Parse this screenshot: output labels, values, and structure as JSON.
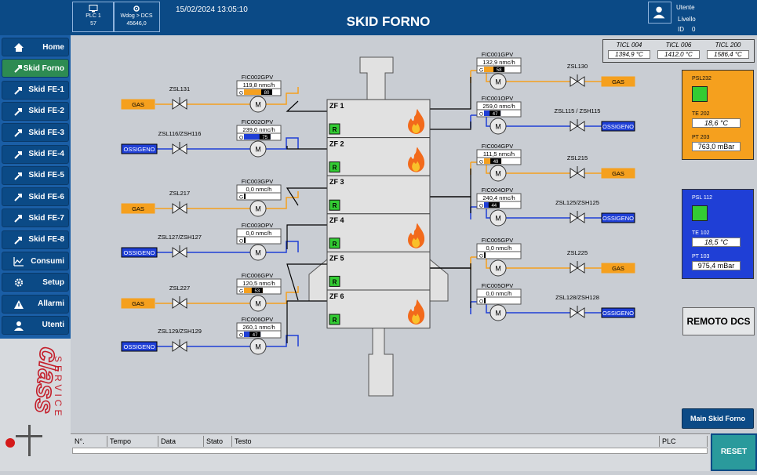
{
  "header": {
    "plc": {
      "label": "PLC 1",
      "value": "57"
    },
    "wdog": {
      "label": "Wdog > DCS",
      "value": "45646,0"
    },
    "datetime": "15/02/2024 13:05:10",
    "title": "SKID FORNO",
    "user": {
      "label": "Utente",
      "level_label": "Livello",
      "id_label": "ID",
      "id_value": "0"
    }
  },
  "sidebar": {
    "items": [
      {
        "label": "Home",
        "icon": "home-icon"
      },
      {
        "label": "Skid Forno",
        "icon": "arrow-icon"
      },
      {
        "label": "Skid FE-1",
        "icon": "arrow-icon"
      },
      {
        "label": "Skid FE-2",
        "icon": "arrow-icon"
      },
      {
        "label": "Skid FE-3",
        "icon": "arrow-icon"
      },
      {
        "label": "Skid FE-4",
        "icon": "arrow-icon"
      },
      {
        "label": "Skid FE-5",
        "icon": "arrow-icon"
      },
      {
        "label": "Skid FE-6",
        "icon": "arrow-icon"
      },
      {
        "label": "Skid FE-7",
        "icon": "arrow-icon"
      },
      {
        "label": "Skid FE-8",
        "icon": "arrow-icon"
      },
      {
        "label": "Consumi",
        "icon": "chart-icon"
      },
      {
        "label": "Setup",
        "icon": "gear-icon"
      },
      {
        "label": "Allarmi",
        "icon": "warning-icon"
      },
      {
        "label": "Utenti",
        "icon": "user-icon"
      }
    ],
    "active_index": 1,
    "logo_text": "class SERVICE"
  },
  "ticl": [
    {
      "label": "TICL 004",
      "value": "1394,9 °C"
    },
    {
      "label": "TICL 006",
      "value": "1412,0 °C"
    },
    {
      "label": "TICL 200",
      "value": "1586,4 °C"
    }
  ],
  "panel_gas": {
    "psl": "PSL232",
    "te_label": "TE 202",
    "te_value": "18,6 °C",
    "pt_label": "PT 203",
    "pt_value": "763,0 mBar"
  },
  "panel_oxy": {
    "psl": "PSL 112",
    "te_label": "TE 102",
    "te_value": "18,5 °C",
    "pt_label": "PT 103",
    "pt_value": "975,4 mBar"
  },
  "zones": [
    {
      "label": "ZF 1",
      "r": "R",
      "flame": true
    },
    {
      "label": "ZF 2",
      "r": "R",
      "flame": true
    },
    {
      "label": "ZF 3",
      "r": "R",
      "flame": false
    },
    {
      "label": "ZF 4",
      "r": "R",
      "flame": true
    },
    {
      "label": "ZF 5",
      "r": "R",
      "flame": false
    },
    {
      "label": "ZF 6",
      "r": "R",
      "flame": true
    }
  ],
  "lines": {
    "left": [
      {
        "type": "GAS",
        "valve": "ZSL131",
        "fic": "FIC002GPV",
        "value": "119,8 nmc/h",
        "mode": "G",
        "pct": "80",
        "fill": 0.8
      },
      {
        "type": "OSSIGENO",
        "valve": "ZSL116/ZSH116",
        "fic": "FIC002OPV",
        "value": "239,0 nmc/h",
        "mode": "O",
        "pct": "75",
        "fill": 0.75
      },
      {
        "type": "GAS",
        "valve": "ZSL217",
        "fic": "FIC003GPV",
        "value": "0,0 nmc/h",
        "mode": "G",
        "pct": "0",
        "fill": 0
      },
      {
        "type": "OSSIGENO",
        "valve": "ZSL127/ZSH127",
        "fic": "FIC003OPV",
        "value": "0,0 nmc/h",
        "mode": "O",
        "pct": "0",
        "fill": 0
      },
      {
        "type": "GAS",
        "valve": "ZSL227",
        "fic": "FIC006GPV",
        "value": "120,5 nmc/h",
        "mode": "G",
        "pct": "53",
        "fill": 0.53
      },
      {
        "type": "OSSIGENO",
        "valve": "ZSL129/ZSH129",
        "fic": "FIC006OPV",
        "value": "260,1 nmc/h",
        "mode": "O",
        "pct": "47",
        "fill": 0.47
      }
    ],
    "right": [
      {
        "type": "GAS",
        "valve": "ZSL130",
        "fic": "FIC001GPV",
        "value": "132,9 nmc/h",
        "mode": "G",
        "pct": "58",
        "fill": 0.58
      },
      {
        "type": "OSSIGENO",
        "valve": "ZSL115 / ZSH115",
        "fic": "FIC001OPV",
        "value": "259,0 nmc/h",
        "mode": "O",
        "pct": "47",
        "fill": 0.47
      },
      {
        "type": "GAS",
        "valve": "ZSL215",
        "fic": "FIC004GPV",
        "value": "111,5 nmc/h",
        "mode": "G",
        "pct": "49",
        "fill": 0.49
      },
      {
        "type": "OSSIGENO",
        "valve": "ZSL125/ZSH125",
        "fic": "FIC004OPV",
        "value": "240,4 nmc/h",
        "mode": "O",
        "pct": "44",
        "fill": 0.44
      },
      {
        "type": "GAS",
        "valve": "ZSL225",
        "fic": "FIC005GPV",
        "value": "0,0 nmc/h",
        "mode": "G",
        "pct": "0",
        "fill": 0
      },
      {
        "type": "OSSIGENO",
        "valve": "ZSL128/ZSH128",
        "fic": "FIC005OPV",
        "value": "0,0 nmc/h",
        "mode": "O",
        "pct": "0",
        "fill": 0
      }
    ],
    "motor_label": "M"
  },
  "buttons": {
    "remoto": "REMOTO DCS",
    "main_skid": "Main Skid Forno",
    "reset": "RESET"
  },
  "alarm_table": {
    "columns": [
      "N°.",
      "Tempo",
      "Data",
      "Stato",
      "Testo",
      "PLC"
    ]
  },
  "colors": {
    "gas": "#f5a01e",
    "oxygen": "#1f3fd6",
    "nav": "#0b4a86",
    "active": "#2d8b52"
  }
}
